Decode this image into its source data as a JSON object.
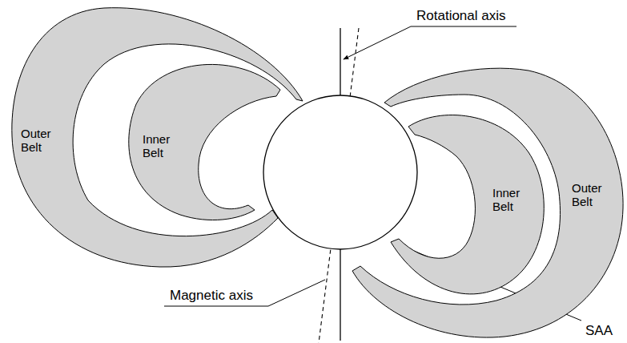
{
  "diagram": {
    "nodes": [
      {
        "text": [
          "Outer Belt"
        ]
      },
      {
        "text": [
          "Inner Belt"
        ]
      },
      {
        "text": [
          "Inner Belt"
        ]
      },
      {
        "text": [
          "Outer Belt"
        ]
      }
    ],
    "labels": [
      "Rotational axis",
      "Magnetic axis",
      "SAA"
    ]
  }
}
